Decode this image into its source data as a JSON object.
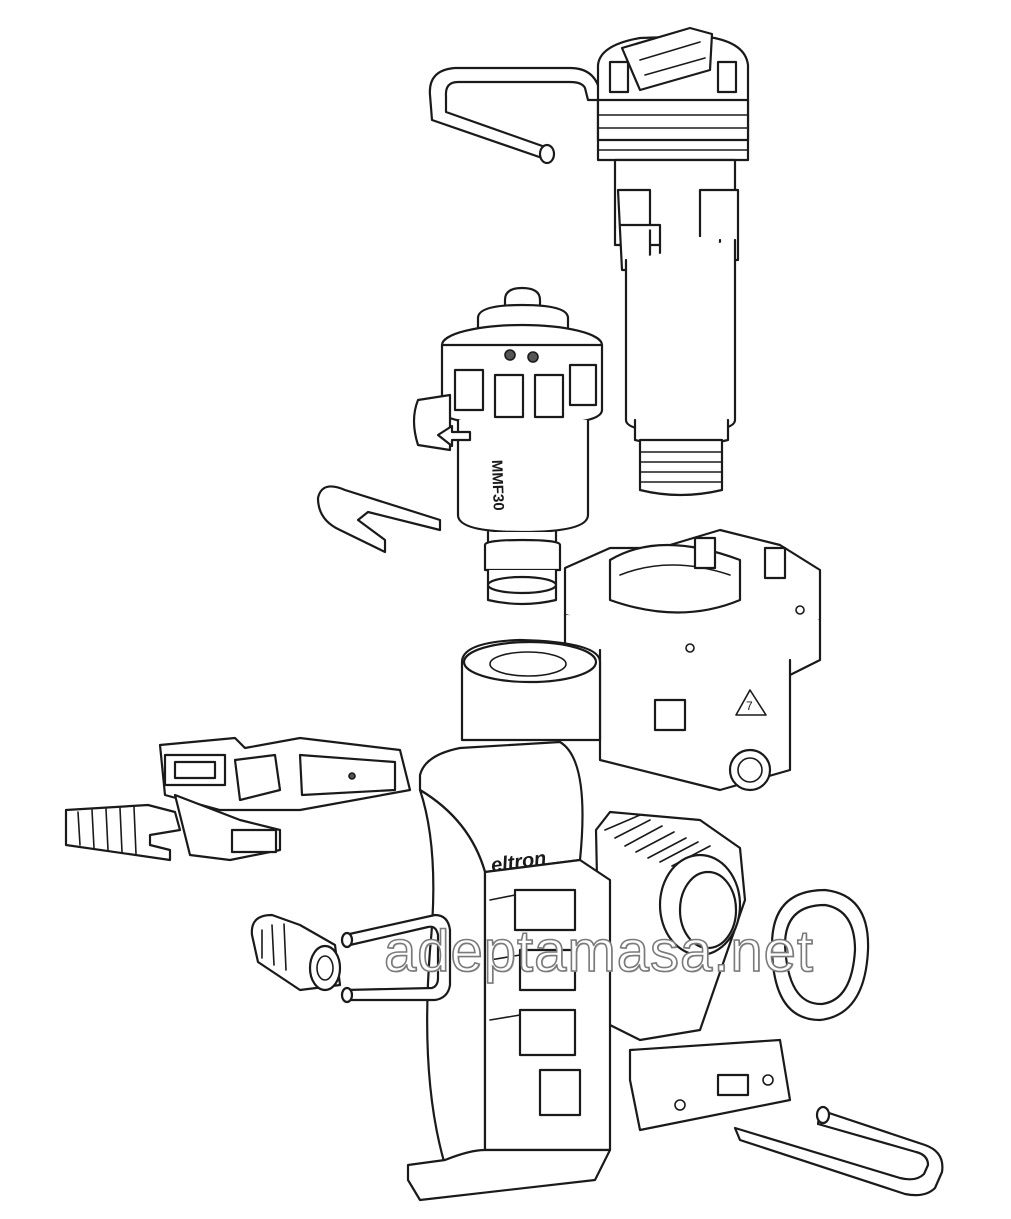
{
  "part_marking": "MMF30",
  "brand_marking": "eltron",
  "recycle_code": "7",
  "watermark": "adeptamasa.net"
}
